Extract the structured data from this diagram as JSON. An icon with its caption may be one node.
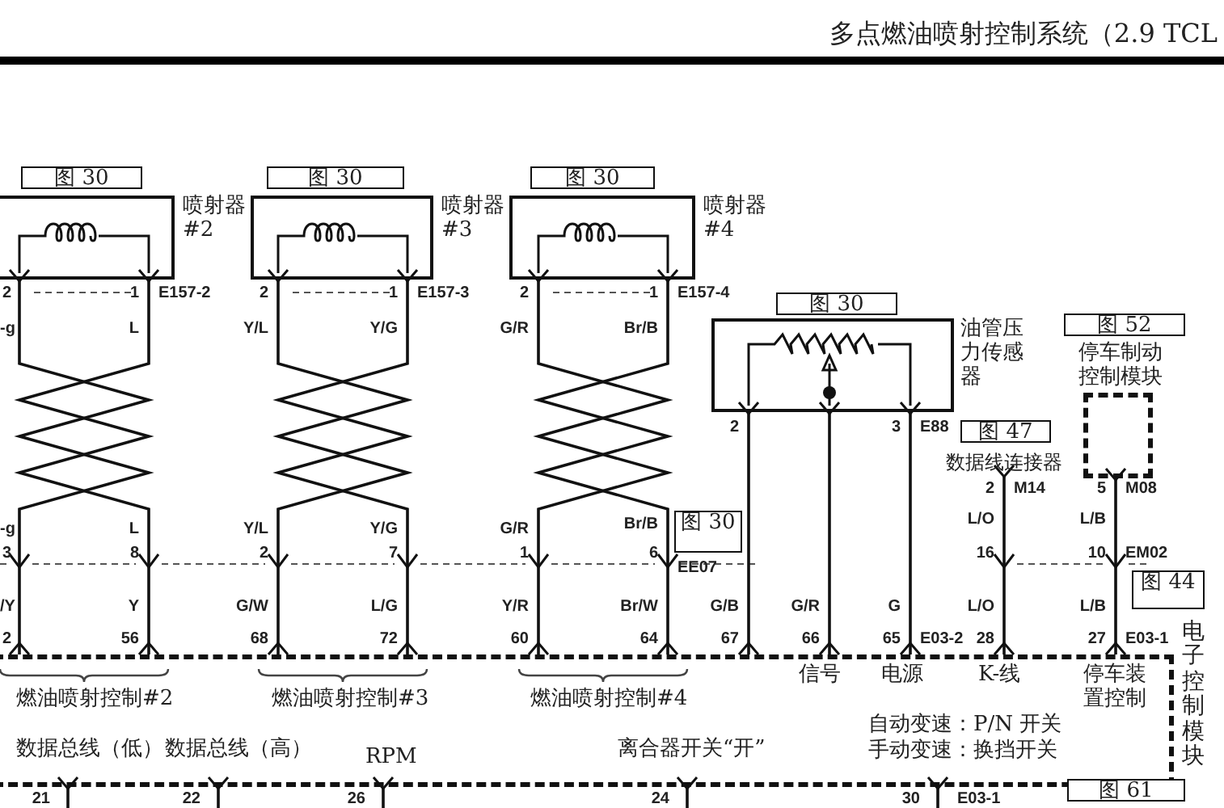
{
  "diagram": {
    "title": "多点燃油喷射控制系统（2.9 TCL",
    "nodes": [
      {
        "text": [
          "图 30"
        ]
      },
      {
        "text": [
          "喷射器#2"
        ]
      },
      {
        "text": [
          "图 30"
        ]
      },
      {
        "text": [
          "喷射器#3"
        ]
      },
      {
        "text": [
          "图 30"
        ]
      },
      {
        "text": [
          "喷射器#4"
        ]
      },
      {
        "text": [
          "图 30"
        ]
      },
      {
        "text": [
          "油管压力传感器"
        ]
      },
      {
        "text": [
          "图 47"
        ]
      },
      {
        "text": [
          "数据线连接器"
        ]
      },
      {
        "text": [
          "图 52"
        ]
      },
      {
        "text": [
          "停车制动控制模块"
        ]
      },
      {
        "text": [
          "图 30"
        ]
      },
      {
        "text": [
          "图 44"
        ]
      },
      {
        "text": [
          "电子控制模块"
        ]
      },
      {
        "text": [
          "图 61"
        ]
      }
    ],
    "edges": [
      {
        "from": 1,
        "to": 14,
        "arrow": "other"
      },
      {
        "from": 1,
        "to": 14,
        "arrow": "other"
      },
      {
        "from": 3,
        "to": 14,
        "arrow": "other"
      },
      {
        "from": 3,
        "to": 14,
        "arrow": "other"
      },
      {
        "from": 5,
        "to": 14,
        "arrow": "other"
      },
      {
        "from": 5,
        "to": 14,
        "arrow": "other"
      },
      {
        "from": 7,
        "to": 14,
        "arrow": "other"
      },
      {
        "from": 7,
        "to": 14,
        "arrow": "other"
      },
      {
        "from": 7,
        "to": 14,
        "arrow": "other"
      },
      {
        "from": 9,
        "to": 14,
        "arrow": "other"
      },
      {
        "from": 11,
        "to": 14,
        "arrow": "other"
      },
      {
        "from": 14,
        "to": null,
        "arrow": "other"
      },
      {
        "from": 14,
        "to": null,
        "arrow": "other"
      },
      {
        "from": 14,
        "to": null,
        "arrow": "other"
      },
      {
        "from": 14,
        "to": null,
        "arrow": "other"
      },
      {
        "from": 14,
        "to": null,
        "arrow": "other"
      }
    ],
    "labels": [
      "2",
      "1",
      "E157-2",
      "-g",
      "L",
      "-g",
      "L",
      "3",
      "8",
      "/Y",
      "Y",
      "2",
      "56",
      "燃油喷射控制#2",
      "2",
      "1",
      "E157-3",
      "Y/L",
      "Y/G",
      "Y/L",
      "Y/G",
      "2",
      "7",
      "G/W",
      "L/G",
      "68",
      "72",
      "燃油喷射控制#3",
      "2",
      "1",
      "E157-4",
      "G/R",
      "Br/B",
      "G/R",
      "Br/B",
      "1",
      "6",
      "EE07",
      "Y/R",
      "Br/W",
      "60",
      "64",
      "燃油喷射控制#4",
      "2",
      "3",
      "E88",
      "G/B",
      "G/R",
      "G",
      "67",
      "66",
      "65",
      "E03-2",
      "信号",
      "电源",
      "2",
      "M14",
      "L/O",
      "16",
      "L/O",
      "28",
      "K-线",
      "5",
      "M08",
      "L/B",
      "10",
      "EM02",
      "L/B",
      "27",
      "E03-1",
      "停车装置控制",
      "数据总线（低）",
      "数据总线（高）",
      "RPM",
      "离合器开关“开”",
      "自动变速：P/N 开关",
      "手动变速：换挡开关",
      "21",
      "22",
      "26",
      "24",
      "30",
      "E03-1"
    ]
  }
}
